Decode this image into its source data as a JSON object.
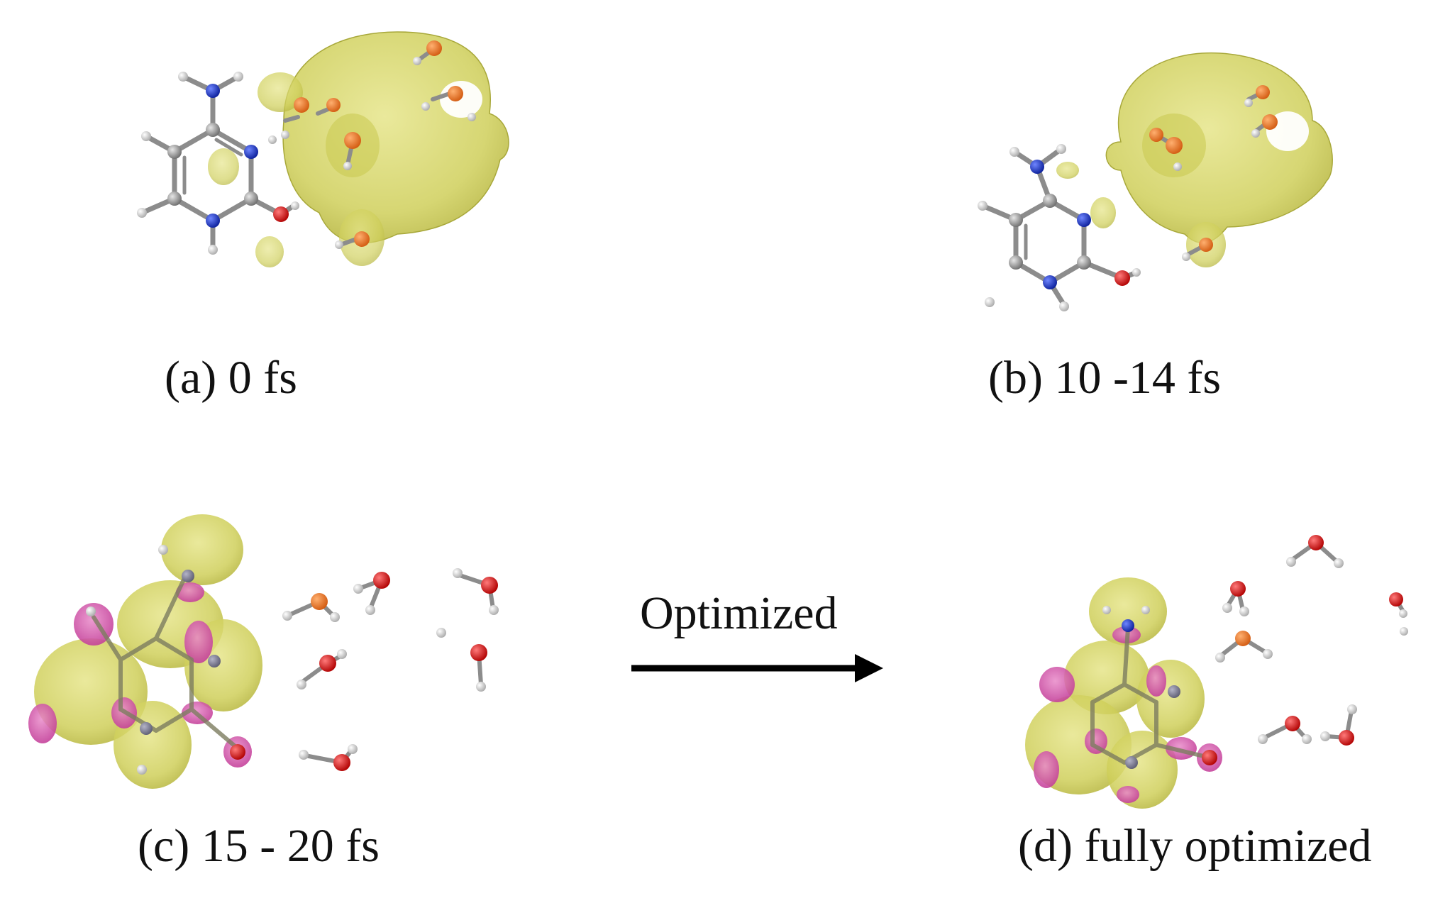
{
  "panels": [
    {
      "id": "a",
      "caption": "(a) 0 fs"
    },
    {
      "id": "b",
      "caption": "(b) 10 -14 fs"
    },
    {
      "id": "c",
      "caption": "(c) 15 - 20 fs"
    },
    {
      "id": "d",
      "caption": "(d) fully optimized"
    }
  ],
  "arrow": {
    "label": "Optimized"
  },
  "colors": {
    "background": "#ffffff",
    "isosurface_yellow": "#d9d86a",
    "isosurface_pink": "#d24ca6",
    "carbon": "#9a9a9a",
    "nitrogen": "#1f3bd6",
    "oxygen": "#e41414",
    "hydrogen": "#f2f2f2",
    "bond": "#8c8c8c",
    "arrow": "#000000"
  }
}
